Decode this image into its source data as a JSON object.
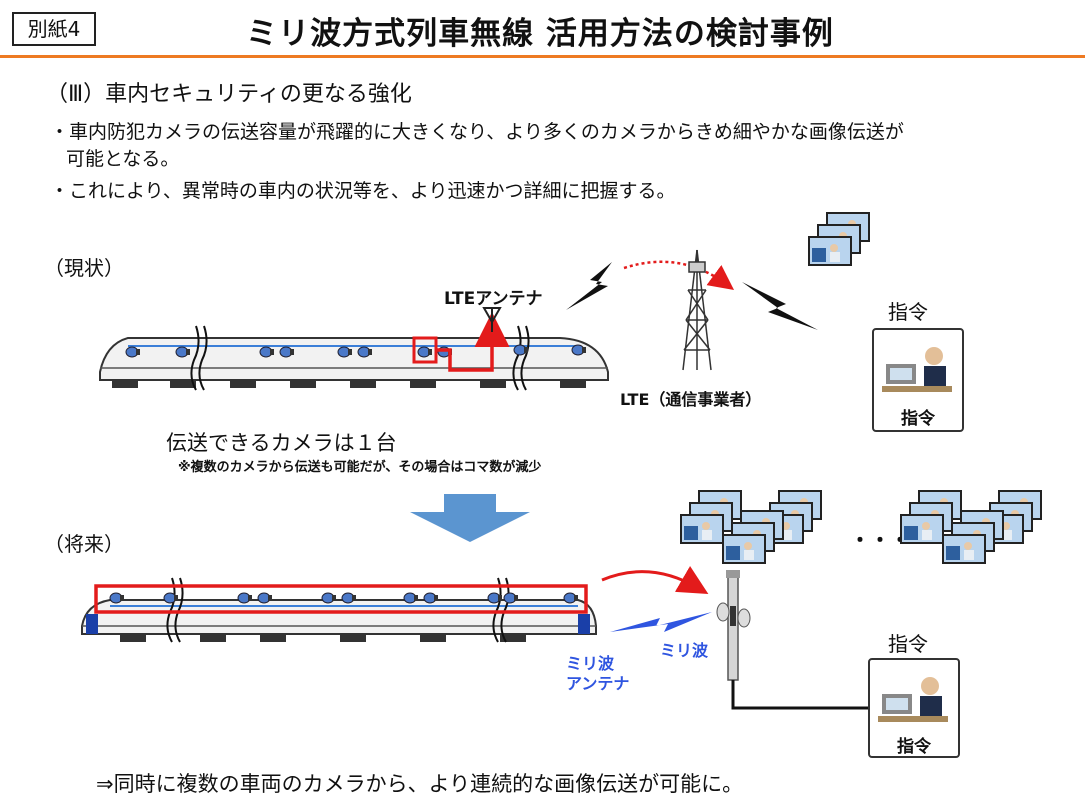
{
  "header": {
    "tag": "別紙4",
    "title": "ミリ波方式列車無線 活用方法の検討事例"
  },
  "section": {
    "heading": "（Ⅲ）車内セキュリティの更なる強化",
    "bullets": [
      "・車内防犯カメラの伝送容量が飛躍的に大きくなり、より多くのカメラからきめ細やかな画像伝送が",
      "可能となる。",
      "・これにより、異常時の車内の状況等を、より迅速かつ詳細に把握する。"
    ]
  },
  "current": {
    "label": "（現状）",
    "lte_antenna": "LTEアンテナ",
    "lte_operator": "LTE（通信事業者）",
    "command_title": "指令",
    "command_box_label": "指令",
    "caption": "伝送できるカメラは１台",
    "note": "※複数のカメラから伝送も可能だが、その場合はコマ数が減少"
  },
  "future": {
    "label": "（将来）",
    "mmwave_antenna": [
      "ミリ波",
      "アンテナ"
    ],
    "mmwave": "ミリ波",
    "ellipsis": "・・・",
    "command_title": "指令",
    "command_box_label": "指令",
    "conclusion": "⇒同時に複数の車両のカメラから、より連続的な画像伝送が可能に。"
  },
  "colors": {
    "accent_rule": "#ee7a22",
    "highlight": "#e31b1b",
    "mmwave": "#2f55e0",
    "arrow": "#5b95d0"
  }
}
